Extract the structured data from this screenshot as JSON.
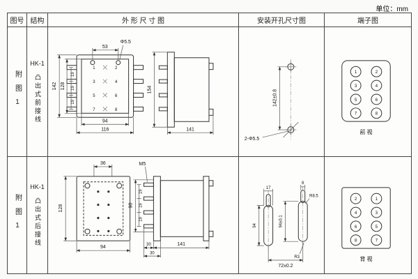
{
  "page": {
    "unit_label": "单位：mm"
  },
  "table": {
    "headers": {
      "fig_no": "图号",
      "structure": "结构",
      "outline": "外 形 尺 寸 图",
      "mounting": "安装开孔尺寸图",
      "terminal": "端子图"
    },
    "rows": [
      {
        "fig_no": "附图1",
        "model": "HK-1",
        "structure": "凸出式前接线",
        "outline": {
          "top_width": "53",
          "hole_dia": "Φ5.5",
          "height_outer": "142",
          "height_inner": "128",
          "pin_pitch": "19",
          "width_inner": "94",
          "width_outer": "116",
          "side_height": "154",
          "side_depth": "141",
          "pins": [
            "1",
            "2",
            "3",
            "4",
            "5",
            "6",
            "7",
            "8"
          ]
        },
        "mounting": {
          "v_dist": "142±0.8",
          "holes": "2-Φ5.5"
        },
        "terminals": [
          [
            "1",
            "2"
          ],
          [
            "3",
            "4"
          ],
          [
            "5",
            "6"
          ],
          [
            "7",
            "8"
          ]
        ],
        "view_label": "前 视"
      },
      {
        "fig_no": "附图1",
        "model": "HK-1",
        "structure": "凸出式后接线",
        "outline": {
          "top_width": "36",
          "stud": "M5",
          "height_outer": "128",
          "width_inner": "94",
          "side_height": "98",
          "pin_pitch": "19",
          "depth_front": "30",
          "side_depth": "141",
          "depth_rear": "30"
        },
        "mounting": {
          "slot_big_width": "17",
          "slot_width": "6",
          "radius_big": "R8.5",
          "v_len": "94",
          "v_len_tol": "94±0.1",
          "radius_small": "R3",
          "h_dist": "72±0.2"
        },
        "terminals": [
          [
            "2",
            "1"
          ],
          [
            "4",
            "3"
          ],
          [
            "6",
            "5"
          ],
          [
            "8",
            "7"
          ]
        ],
        "view_label": "背 视"
      }
    ]
  }
}
